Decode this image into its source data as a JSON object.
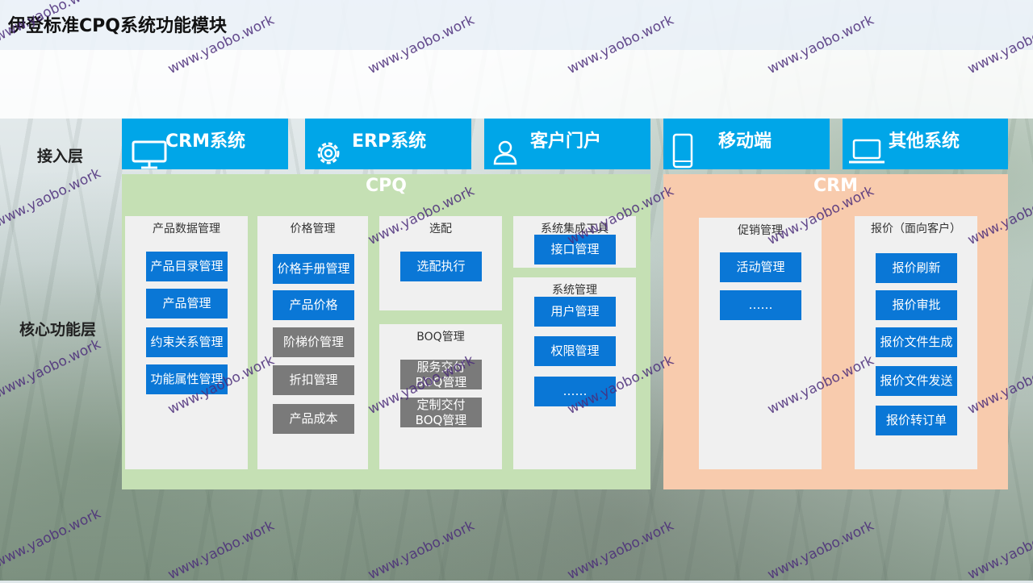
{
  "title": "伊登标准CPQ系统功能模块",
  "watermark": "www.yaobo.work",
  "layers": {
    "access": "接入层",
    "core": "核心功能层"
  },
  "access_layer": [
    {
      "label": "CRM系统",
      "icon": "monitor-icon"
    },
    {
      "label": "ERP系统",
      "icon": "gear-icon"
    },
    {
      "label": "客户门户",
      "icon": "user-icon"
    },
    {
      "label": "移动端",
      "icon": "phone-icon"
    },
    {
      "label": "其他系统",
      "icon": "laptop-icon"
    }
  ],
  "cpq": {
    "title": "CPQ",
    "product_data": {
      "title": "产品数据管理",
      "items": [
        "产品目录管理",
        "产品管理",
        "约束关系管理",
        "功能属性管理"
      ]
    },
    "price": {
      "title": "价格管理",
      "items": [
        "价格手册管理",
        "产品价格",
        "阶梯价管理",
        "折扣管理",
        "产品成本"
      ]
    },
    "config": {
      "title": "选配",
      "items": [
        "选配执行"
      ]
    },
    "boq": {
      "title": "BOQ管理",
      "items": [
        "服务交付BOQ管理",
        "定制交付BOQ管理"
      ]
    },
    "integration": {
      "title": "系统集成工具",
      "items": [
        "接口管理"
      ]
    },
    "system": {
      "title": "系统管理",
      "items": [
        "用户管理",
        "权限管理",
        "……"
      ]
    }
  },
  "crm": {
    "title": "CRM",
    "promo": {
      "title": "促销管理",
      "items": [
        "活动管理",
        "……"
      ]
    },
    "quote": {
      "title": "报价（面向客户）",
      "items": [
        "报价刷新",
        "报价审批",
        "报价文件生成",
        "报价文件发送",
        "报价转订单"
      ]
    }
  },
  "colors": {
    "access": "#00a6e8",
    "button": "#0a77d6",
    "gray_button": "#7a7a7a",
    "cpq_bg": "#c5e0b4",
    "crm_bg": "#f8cbad"
  }
}
